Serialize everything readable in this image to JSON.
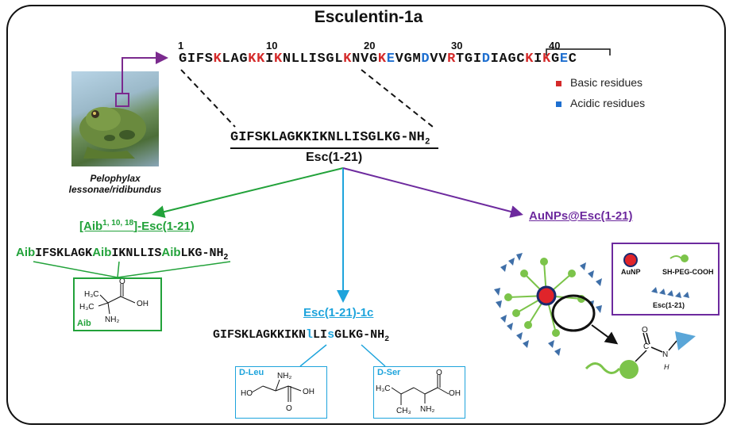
{
  "title": "Esculentin-1a",
  "sequence": {
    "letters": [
      "G",
      "I",
      "F",
      "S",
      "K",
      "L",
      "A",
      "G",
      "K",
      "K",
      "I",
      "K",
      "N",
      "L",
      "L",
      "I",
      "S",
      "G",
      "L",
      "K",
      "N",
      "V",
      "G",
      "K",
      "E",
      "V",
      "G",
      "M",
      "D",
      "V",
      "V",
      "R",
      "T",
      "G",
      "I",
      "D",
      "I",
      "A",
      "G",
      "C",
      "K",
      "I",
      "K",
      "G",
      "E",
      "C"
    ],
    "basic_positions": [
      5,
      9,
      10,
      12,
      20,
      24,
      32,
      41,
      43
    ],
    "acidic_positions": [
      25,
      29,
      36,
      45
    ],
    "position_numbers": [
      "1",
      "10",
      "20",
      "30",
      "40"
    ]
  },
  "legend": {
    "basic_label": "Basic residues",
    "acidic_label": "Acidic residues",
    "basic_color": "#d42a2a",
    "acidic_color": "#1e6fd0"
  },
  "photo_caption": [
    "Pelophylax",
    "lessonae/ridibundus"
  ],
  "esc121": {
    "sequence": "GIFSKLAGKKIKNLLISGLKG-NH",
    "subscript": "2",
    "label": "Esc(1-21)"
  },
  "aib_branch": {
    "title_prefix": "[Aib",
    "title_sup": "1, 10, 18",
    "title_suffix": "]-Esc(1-21)",
    "seq_parts": [
      "Aib",
      "IFSKLAGK",
      "Aib",
      "IKNLLIS",
      "Aib",
      "LKG-NH"
    ],
    "subscript": "2",
    "box_label": "Aib",
    "color": "#22a23a"
  },
  "c1_branch": {
    "title": "Esc(1-21)-1c",
    "seq_parts": [
      "GIFSKLAGKKIKN",
      "l",
      "LI",
      "s",
      "GLKG-NH"
    ],
    "subscript": "2",
    "box1_label": "D-Leu",
    "box2_label": "D-Ser",
    "color": "#1ea4dc"
  },
  "au_branch": {
    "title": "AuNPs@Esc(1-21)",
    "legend_aunp": "AuNP",
    "legend_peg": "SH-PEG-COOH",
    "legend_esc": "Esc(1-21)",
    "color": "#6d2a9e"
  }
}
